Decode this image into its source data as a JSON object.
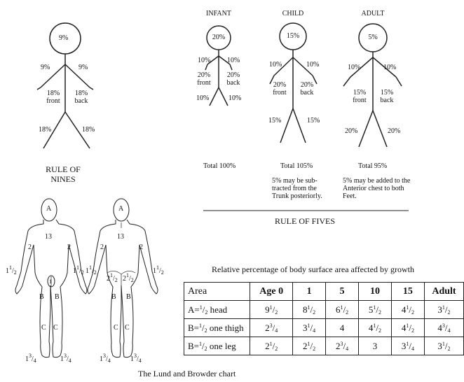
{
  "nines": {
    "head": "9%",
    "arm_left": "9%",
    "arm_right": "9%",
    "front": [
      "18%",
      "front"
    ],
    "back": [
      "18%",
      "back"
    ],
    "leg_left": "18%",
    "leg_right": "18%",
    "title_line1": "RULE OF",
    "title_line2": "NINES"
  },
  "fives": {
    "infant": {
      "heading": "INFANT",
      "head": "20%",
      "arm_left": "10%",
      "arm_right": "10%",
      "front": [
        "20%",
        "front"
      ],
      "back": [
        "20%",
        "back"
      ],
      "leg_left": "10%",
      "leg_right": "10%",
      "total": "Total 100%"
    },
    "child": {
      "heading": "CHILD",
      "head": "15%",
      "arm_left": "10%",
      "arm_right": "10%",
      "front": [
        "20%",
        "front"
      ],
      "back": [
        "20%",
        "back"
      ],
      "leg_left": "15%",
      "leg_right": "15%",
      "total": "Total 105%",
      "note": [
        "5% may be sub-",
        "tracted from the",
        "Trunk posteriorly."
      ]
    },
    "adult": {
      "heading": "ADULT",
      "head": "5%",
      "arm_left": "10%",
      "arm_right": "10%",
      "front": [
        "15%",
        "front"
      ],
      "back": [
        "15%",
        "back"
      ],
      "leg_left": "20%",
      "leg_right": "20%",
      "total": "Total 95%",
      "note": [
        "5% may be added to the",
        "Anterior chest to both",
        "Feet."
      ]
    },
    "title": "RULE OF FIVES"
  },
  "lund_browder": {
    "caption": "Relative percentage of body surface area affected by growth",
    "chart_title": "The Lund and Browder chart",
    "front_labels": {
      "head": "A",
      "trunk": "13",
      "upper_arm_l": "2",
      "upper_arm_r": "2",
      "forearm_l": "1 1/2",
      "forearm_r": "1 1/2",
      "genital": "1",
      "thigh_l": "B",
      "thigh_r": "B",
      "leg_l": "C",
      "leg_r": "C",
      "foot_l": "1 3/4",
      "foot_r": "1 3/4"
    },
    "back_labels": {
      "head": "A",
      "trunk": "13",
      "upper_arm_l": "2",
      "upper_arm_r": "2",
      "forearm_l": "1 1/2",
      "forearm_r": "1 1/2",
      "buttock_l": "2 1/2",
      "buttock_r": "2 1/2",
      "thigh_l": "B",
      "thigh_r": "B",
      "leg_l": "C",
      "leg_r": "C",
      "foot_l": "1 3/4",
      "foot_r": "1 3/4"
    },
    "table": {
      "headers": [
        "Area",
        "Age 0",
        "1",
        "5",
        "10",
        "15",
        "Adult"
      ],
      "rows": [
        {
          "area_pre": "A=",
          "area_frac": [
            "1",
            "2"
          ],
          "area_post": " head",
          "cells": [
            [
              "9",
              "1",
              "2"
            ],
            [
              "8",
              "1",
              "2"
            ],
            [
              "6",
              "1",
              "2"
            ],
            [
              "5",
              "1",
              "2"
            ],
            [
              "4",
              "1",
              "2"
            ],
            [
              "3",
              "1",
              "2"
            ]
          ]
        },
        {
          "area_pre": "B=",
          "area_frac": [
            "1",
            "2"
          ],
          "area_post": " one thigh",
          "cells": [
            [
              "2",
              "3",
              "4"
            ],
            [
              "3",
              "1",
              "4"
            ],
            [
              "4",
              "",
              ""
            ],
            [
              "4",
              "1",
              "2"
            ],
            [
              "4",
              "1",
              "2"
            ],
            [
              "4",
              "3",
              "4"
            ]
          ]
        },
        {
          "area_pre": "B=",
          "area_frac": [
            "1",
            "2"
          ],
          "area_post": " one leg",
          "cells": [
            [
              "2",
              "1",
              "2"
            ],
            [
              "2",
              "1",
              "2"
            ],
            [
              "2",
              "3",
              "4"
            ],
            [
              "3",
              "",
              ""
            ],
            [
              "3",
              "1",
              "4"
            ],
            [
              "3",
              "1",
              "2"
            ]
          ]
        }
      ]
    }
  }
}
